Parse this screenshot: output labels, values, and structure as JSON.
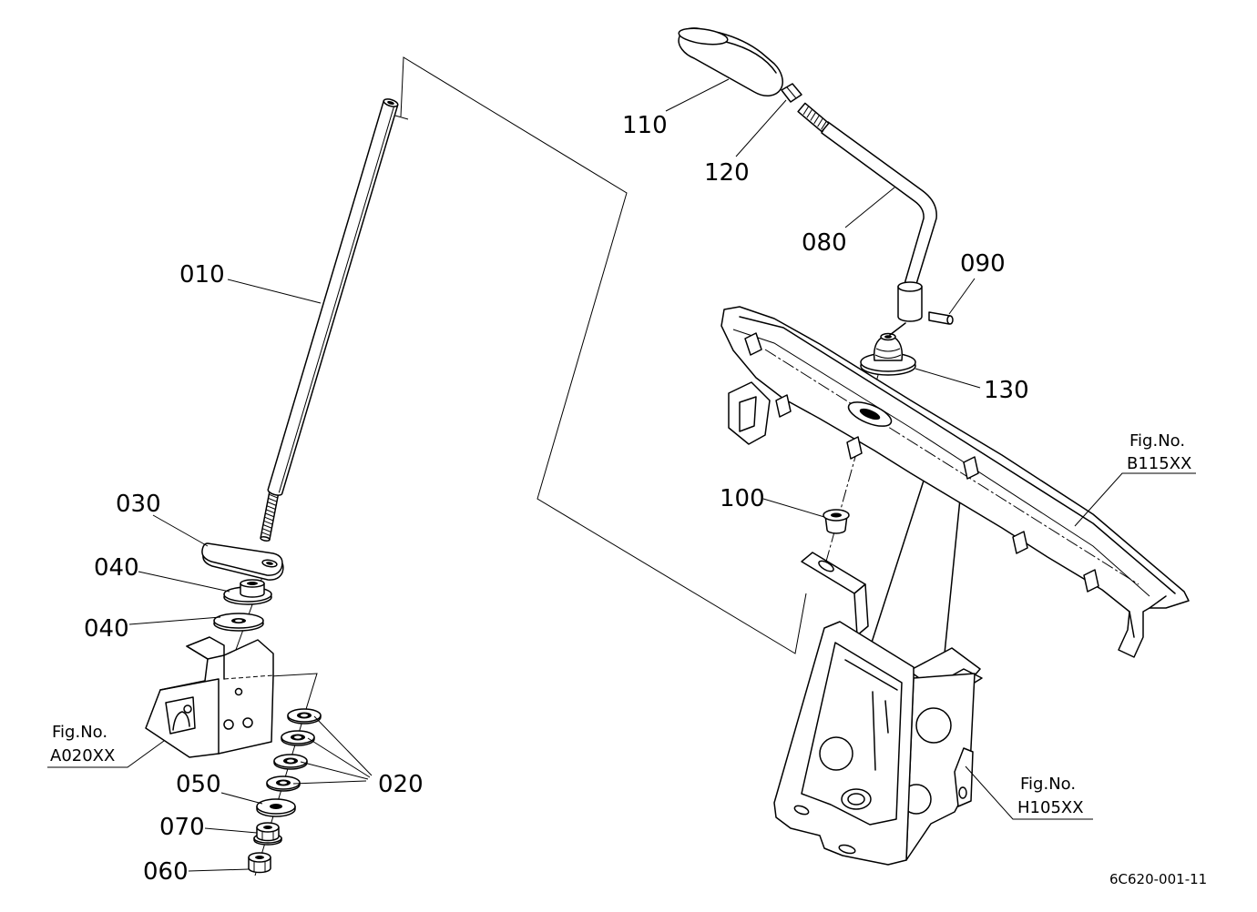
{
  "drawing_id": "6C620-001-11",
  "callouts": {
    "c010": "010",
    "c020": "020",
    "c030": "030",
    "c040_upper": "040",
    "c040_lower": "040",
    "c050": "050",
    "c060": "060",
    "c070": "070",
    "c080": "080",
    "c090": "090",
    "c100": "100",
    "c110": "110",
    "c120": "120",
    "c130": "130"
  },
  "figure_refs": {
    "a020": {
      "label": "Fig.No.",
      "code": "A020XX"
    },
    "b115": {
      "label": "Fig.No.",
      "code": "B115XX"
    },
    "h105": {
      "label": "Fig.No.",
      "code": "H105XX"
    }
  },
  "colors": {
    "line": "#000000",
    "background": "#ffffff"
  }
}
